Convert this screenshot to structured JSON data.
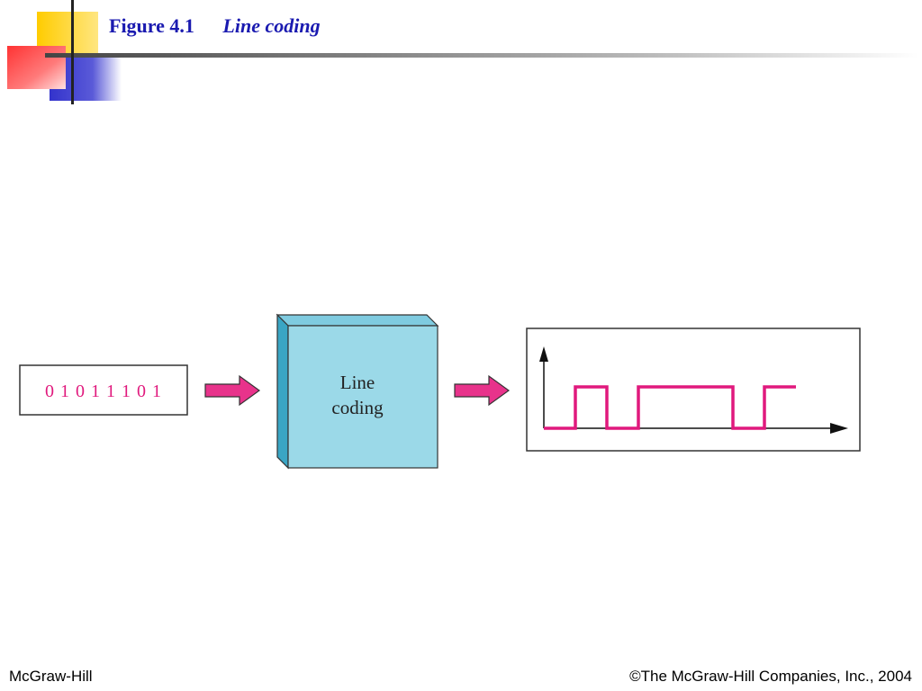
{
  "slide": {
    "figure_number": "Figure 4.1",
    "figure_caption": "Line coding",
    "footer_left": "McGraw-Hill",
    "footer_right": "©The McGraw-Hill Companies, Inc., 2004"
  },
  "diagram": {
    "input_bits": "0 1 0 1 1 1 0 1",
    "block_label_line1": "Line",
    "block_label_line2": "coding",
    "signal_bits": [
      0,
      1,
      0,
      1,
      1,
      1,
      0,
      1
    ]
  },
  "colors": {
    "title": "#1a1ab0",
    "signal": "#e0197d",
    "arrow_fill": "#e8338b",
    "block_front": "#9bd9e8",
    "block_side": "#3aa5c4",
    "deco_yellow": "#ffcc00",
    "deco_red": "#ff3333",
    "deco_blue": "#3333cc"
  }
}
